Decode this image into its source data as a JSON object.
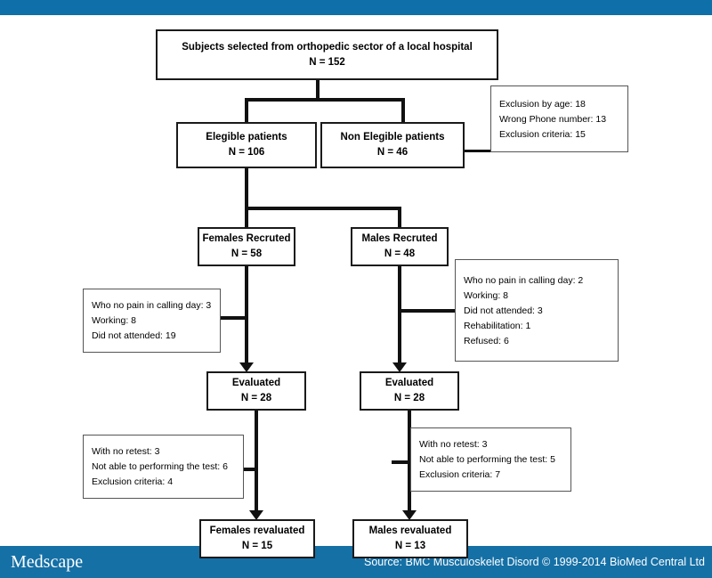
{
  "branding": {
    "logo_text": "Medscape",
    "source_text": "Source: BMC Musculoskelet Disord © 1999-2014 BioMed Central Ltd",
    "band_color": "#1570a6",
    "top_band_color": "#0f6fa8"
  },
  "flow": {
    "title_box": {
      "line1": "Subjects selected from orthopedic  sector of a local hospital",
      "line2": "N = 152"
    },
    "eligible": {
      "line1": "Elegible patients",
      "line2": "N = 106"
    },
    "non_eligible": {
      "line1": "Non Elegible patients",
      "line2": "N = 46"
    },
    "exclusion_top": {
      "items": [
        "Exclusion by age: 18",
        "Wrong Phone  number: 13",
        "Exclusion criteria: 15"
      ]
    },
    "females_recruited": {
      "line1": "Females Recruted",
      "line2": "N = 58"
    },
    "males_recruited": {
      "line1": "Males Recruted",
      "line2": "N = 48"
    },
    "females_dropout": {
      "items": [
        "Who no pain in calling day: 3",
        "Working: 8",
        "Did not attended: 19"
      ]
    },
    "males_dropout": {
      "items": [
        "Who no pain in calling day: 2",
        "Working: 8",
        "Did not attended: 3",
        "Rehabilitation: 1",
        "Refused: 6"
      ]
    },
    "females_evaluated": {
      "line1": "Evaluated",
      "line2": "N = 28"
    },
    "males_evaluated": {
      "line1": "Evaluated",
      "line2": "N = 28"
    },
    "females_retest_loss": {
      "items": [
        "With no retest: 3",
        "Not able to performing the test: 6",
        "Exclusion criteria: 4"
      ]
    },
    "males_retest_loss": {
      "items": [
        "With no retest: 3",
        "Not able to performing the test: 5",
        "Exclusion criteria: 7"
      ]
    },
    "females_revaluated": {
      "line1": "Females revaluated",
      "line2": "N = 15"
    },
    "males_revaluated": {
      "line1": "Males revaluated",
      "line2": "N = 13"
    }
  }
}
